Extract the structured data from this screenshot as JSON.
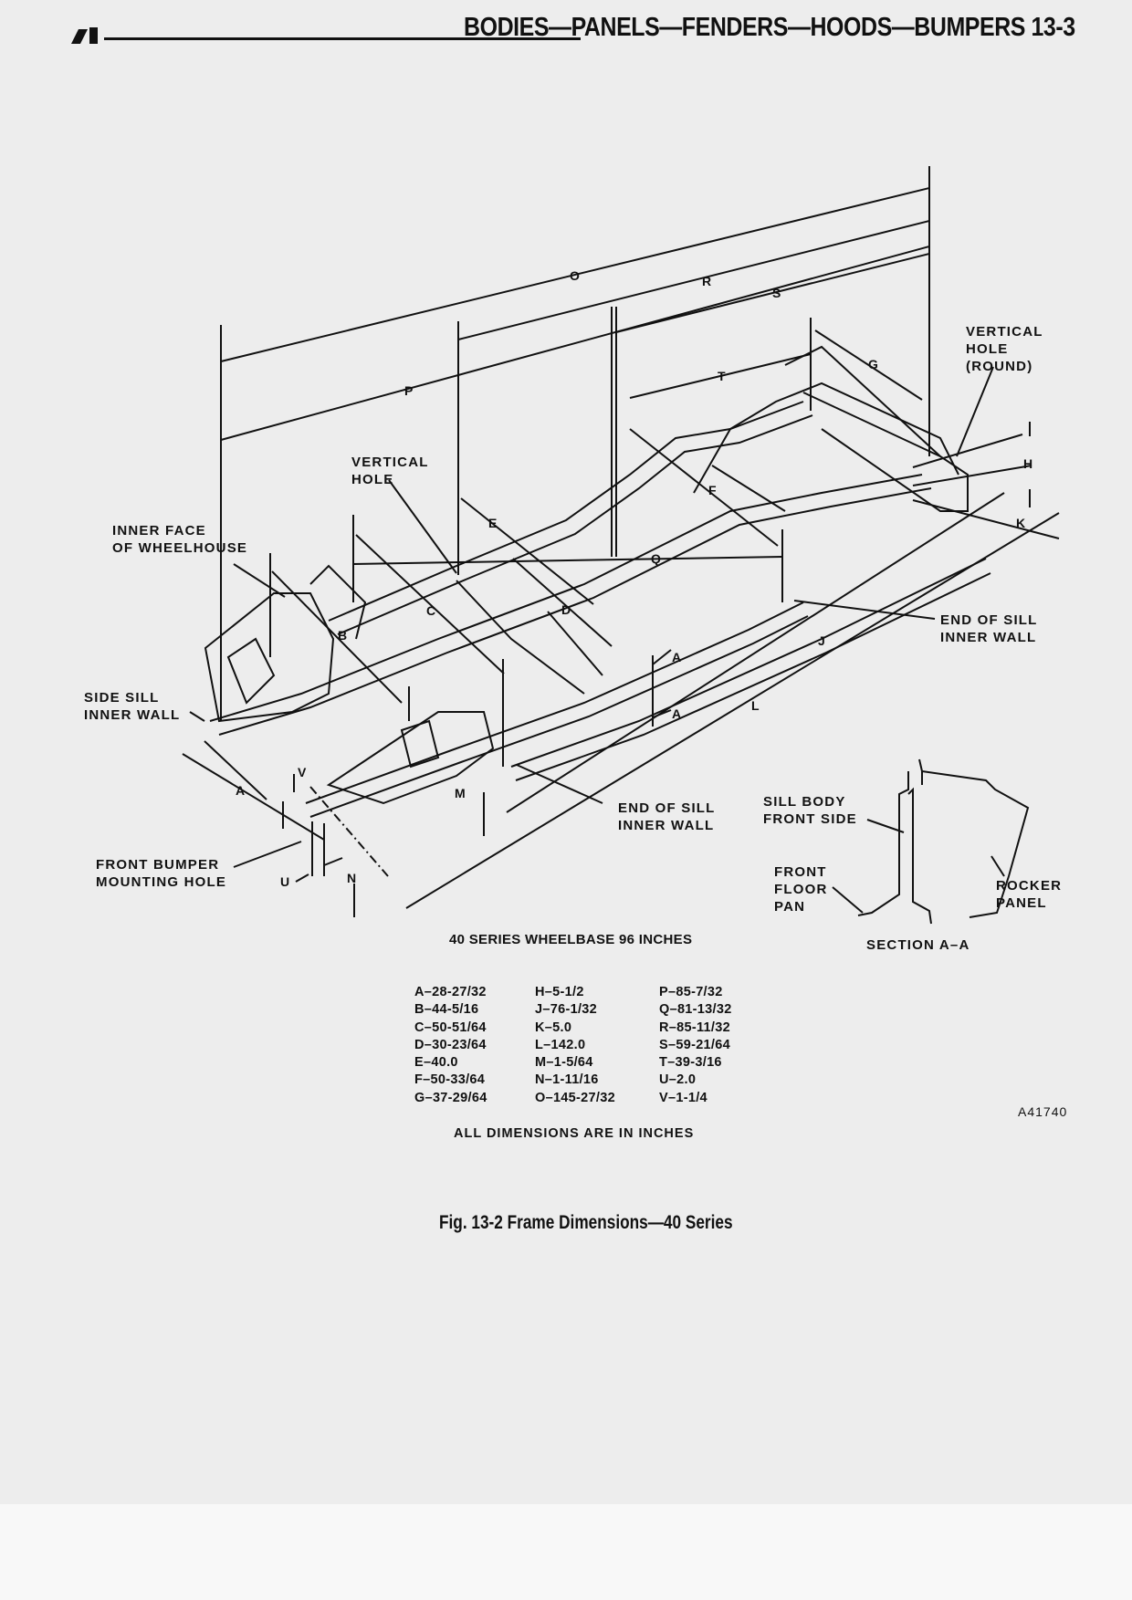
{
  "header": {
    "title": "BODIES—PANELS—FENDERS—HOODS—BUMPERS 13-3"
  },
  "figure": {
    "callouts": {
      "vertical_hole_round": "VERTICAL\nHOLE\n(ROUND)",
      "vertical_hole": "VERTICAL\nHOLE",
      "inner_face_wheelhouse": "INNER FACE\nOF WHEELHOUSE",
      "end_of_sill_inner_wall_right": "END OF SILL\nINNER WALL",
      "side_sill_inner_wall": "SIDE SILL\nINNER WALL",
      "end_of_sill_inner_wall_lower": "END OF SILL\nINNER WALL",
      "sill_body_front_side": "SILL BODY\nFRONT SIDE",
      "front_floor_pan": "FRONT\nFLOOR\nPAN",
      "rocker_panel": "ROCKER\nPANEL",
      "section_aa": "SECTION A–A",
      "front_bumper_mounting_hole": "FRONT BUMPER\nMOUNTING HOLE"
    },
    "dimension_letters": [
      "O",
      "R",
      "S",
      "P",
      "T",
      "G",
      "H",
      "K",
      "E",
      "F",
      "Q",
      "C",
      "D",
      "B",
      "A",
      "A",
      "J",
      "L",
      "A",
      "V",
      "M",
      "U",
      "N"
    ]
  },
  "wheelbase_title": "40 SERIES WHEELBASE 96 INCHES",
  "dimensions": {
    "col1": [
      "A–28-27/32",
      "B–44-5/16",
      "C–50-51/64",
      "D–30-23/64",
      "E–40.0",
      "F–50-33/64",
      "G–37-29/64"
    ],
    "col2": [
      "H–5-1/2",
      "J–76-1/32",
      "K–5.0",
      "L–142.0",
      "M–1-5/64",
      "N–1-11/16",
      "O–145-27/32"
    ],
    "col3": [
      "P–85-7/32",
      "Q–81-13/32",
      "R–85-11/32",
      "S–59-21/64",
      "T–39-3/16",
      "U–2.0",
      "V–1-1/4"
    ]
  },
  "footnote": "ALL DIMENSIONS ARE IN INCHES",
  "figure_code": "A41740",
  "caption": "Fig. 13-2 Frame Dimensions—40 Series"
}
